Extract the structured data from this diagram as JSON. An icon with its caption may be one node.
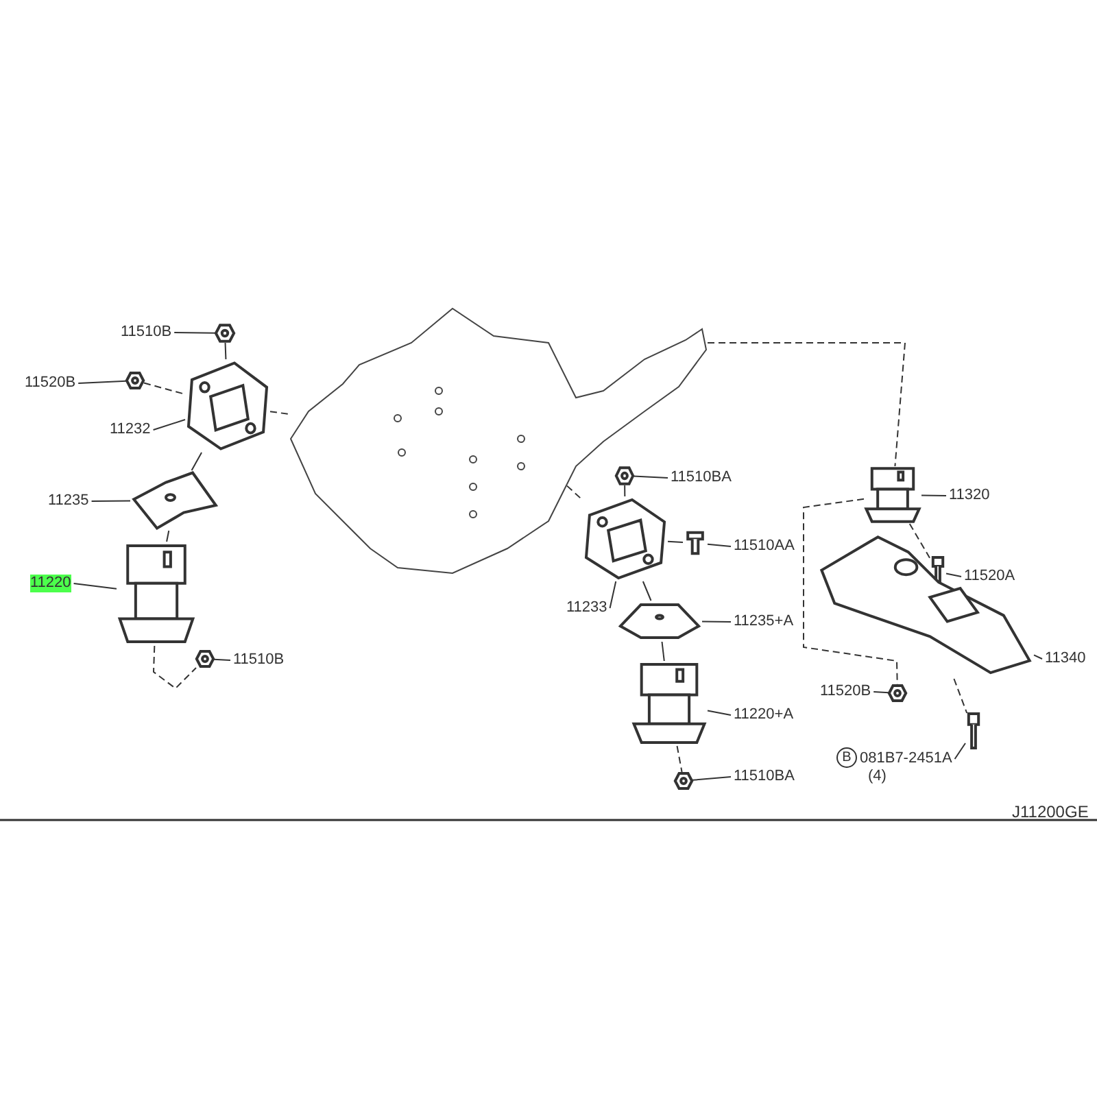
{
  "diagram": {
    "nodes": [
      {
        "text": [
          "11510B"
        ]
      },
      {
        "text": [],
        "shape": "picture"
      },
      {
        "text": [
          "11520B"
        ]
      },
      {
        "text": [],
        "shape": "picture"
      },
      {
        "text": [
          "11232"
        ]
      },
      {
        "text": [],
        "shape": "picture"
      },
      {
        "text": [
          "11235"
        ]
      },
      {
        "text": [],
        "shape": "picture"
      },
      {
        "text": [
          "11220"
        ]
      },
      {
        "text": [],
        "shape": "picture"
      },
      {
        "text": [
          "11510B"
        ]
      },
      {
        "text": [],
        "shape": "picture"
      },
      {
        "text": [
          "11510BA"
        ]
      },
      {
        "text": [],
        "shape": "picture"
      },
      {
        "text": [
          "11510AA"
        ]
      },
      {
        "text": [],
        "shape": "picture"
      },
      {
        "text": [
          "11233"
        ]
      },
      {
        "text": [],
        "shape": "picture"
      },
      {
        "text": [
          "11235+A"
        ]
      },
      {
        "text": [],
        "shape": "picture"
      },
      {
        "text": [
          "11220+A"
        ]
      },
      {
        "text": [],
        "shape": "picture"
      },
      {
        "text": [
          "11510BA"
        ]
      },
      {
        "text": [],
        "shape": "picture"
      },
      {
        "text": [
          "11320"
        ]
      },
      {
        "text": [],
        "shape": "picture"
      },
      {
        "text": [
          "11520A"
        ]
      },
      {
        "text": [],
        "shape": "picture"
      },
      {
        "text": [
          "11340"
        ]
      },
      {
        "text": [],
        "shape": "picture"
      },
      {
        "text": [
          "11520B"
        ]
      },
      {
        "text": [],
        "shape": "picture"
      },
      {
        "text": [
          "081B7-2451A"
        ],
        "beside": [
          "(4)"
        ]
      },
      {
        "text": [],
        "shape": "picture"
      },
      {
        "text": [],
        "shape": "picture"
      }
    ],
    "edges": [
      {
        "from": 0,
        "to": 1,
        "arrow": "none"
      },
      {
        "from": 2,
        "to": 3,
        "arrow": "none"
      },
      {
        "from": 4,
        "to": 5,
        "arrow": "none"
      },
      {
        "from": 6,
        "to": 7,
        "arrow": "none"
      },
      {
        "from": 8,
        "to": 9,
        "arrow": "none"
      },
      {
        "from": 10,
        "to": 11,
        "arrow": "none"
      },
      {
        "from": 12,
        "to": 13,
        "arrow": "none"
      },
      {
        "from": 14,
        "to": 15,
        "arrow": "none"
      },
      {
        "from": 16,
        "to": 17,
        "arrow": "none"
      },
      {
        "from": 18,
        "to": 19,
        "arrow": "none"
      },
      {
        "from": 20,
        "to": 21,
        "arrow": "none"
      },
      {
        "from": 22,
        "to": 23,
        "arrow": "none"
      },
      {
        "from": 24,
        "to": 25,
        "arrow": "none"
      },
      {
        "from": 26,
        "to": 27,
        "arrow": "none"
      },
      {
        "from": 28,
        "to": 29,
        "arrow": "none"
      },
      {
        "from": 30,
        "to": 31,
        "arrow": "none"
      },
      {
        "from": 32,
        "to": 33,
        "arrow": "none"
      },
      {
        "from": 1,
        "to": 5,
        "arrow": "none"
      },
      {
        "from": 3,
        "to": 5,
        "arrow": "none",
        "style": "dashed"
      },
      {
        "from": 5,
        "to": 34,
        "arrow": "none",
        "style": "dashed"
      },
      {
        "from": 5,
        "to": 7,
        "arrow": "none"
      },
      {
        "from": 7,
        "to": 9,
        "arrow": "none"
      },
      {
        "from": 9,
        "to": 11,
        "arrow": "none",
        "style": "dashed"
      },
      {
        "from": 34,
        "to": 17,
        "arrow": "none",
        "style": "dashed"
      },
      {
        "from": 13,
        "to": 17,
        "arrow": "none"
      },
      {
        "from": 15,
        "to": 17,
        "arrow": "none"
      },
      {
        "from": 17,
        "to": 19,
        "arrow": "none"
      },
      {
        "from": 19,
        "to": 21,
        "arrow": "none"
      },
      {
        "from": 21,
        "to": 23,
        "arrow": "none",
        "style": "dashed"
      },
      {
        "from": 34,
        "to": 25,
        "arrow": "none",
        "style": "dashed"
      },
      {
        "from": 25,
        "to": 27,
        "arrow": "none",
        "style": "dashed"
      },
      {
        "from": 25,
        "to": 31,
        "arrow": "none",
        "style": "dashed"
      },
      {
        "from": 29,
        "to": 33,
        "arrow": "none",
        "style": "dashed"
      }
    ],
    "labels": [
      "B",
      "J11200GE"
    ]
  }
}
